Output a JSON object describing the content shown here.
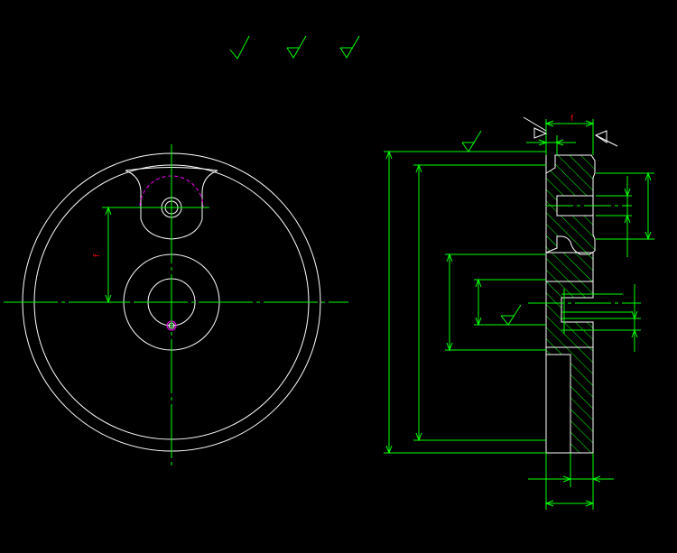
{
  "drawing": {
    "background": "#000000",
    "colors": {
      "outline": "#ffffff",
      "centerline": "#00ff00",
      "dimension": "#00ff00",
      "hatch": "#00ff00",
      "hidden_circle": "#ff00ff",
      "dimension_text": "#ff0000"
    },
    "dimension_labels": {
      "front_vertical": "f",
      "side_top": "f"
    },
    "surface_symbols": [
      "roughness-symbol",
      "roughness-symbol-machined",
      "roughness-symbol-machined"
    ]
  }
}
